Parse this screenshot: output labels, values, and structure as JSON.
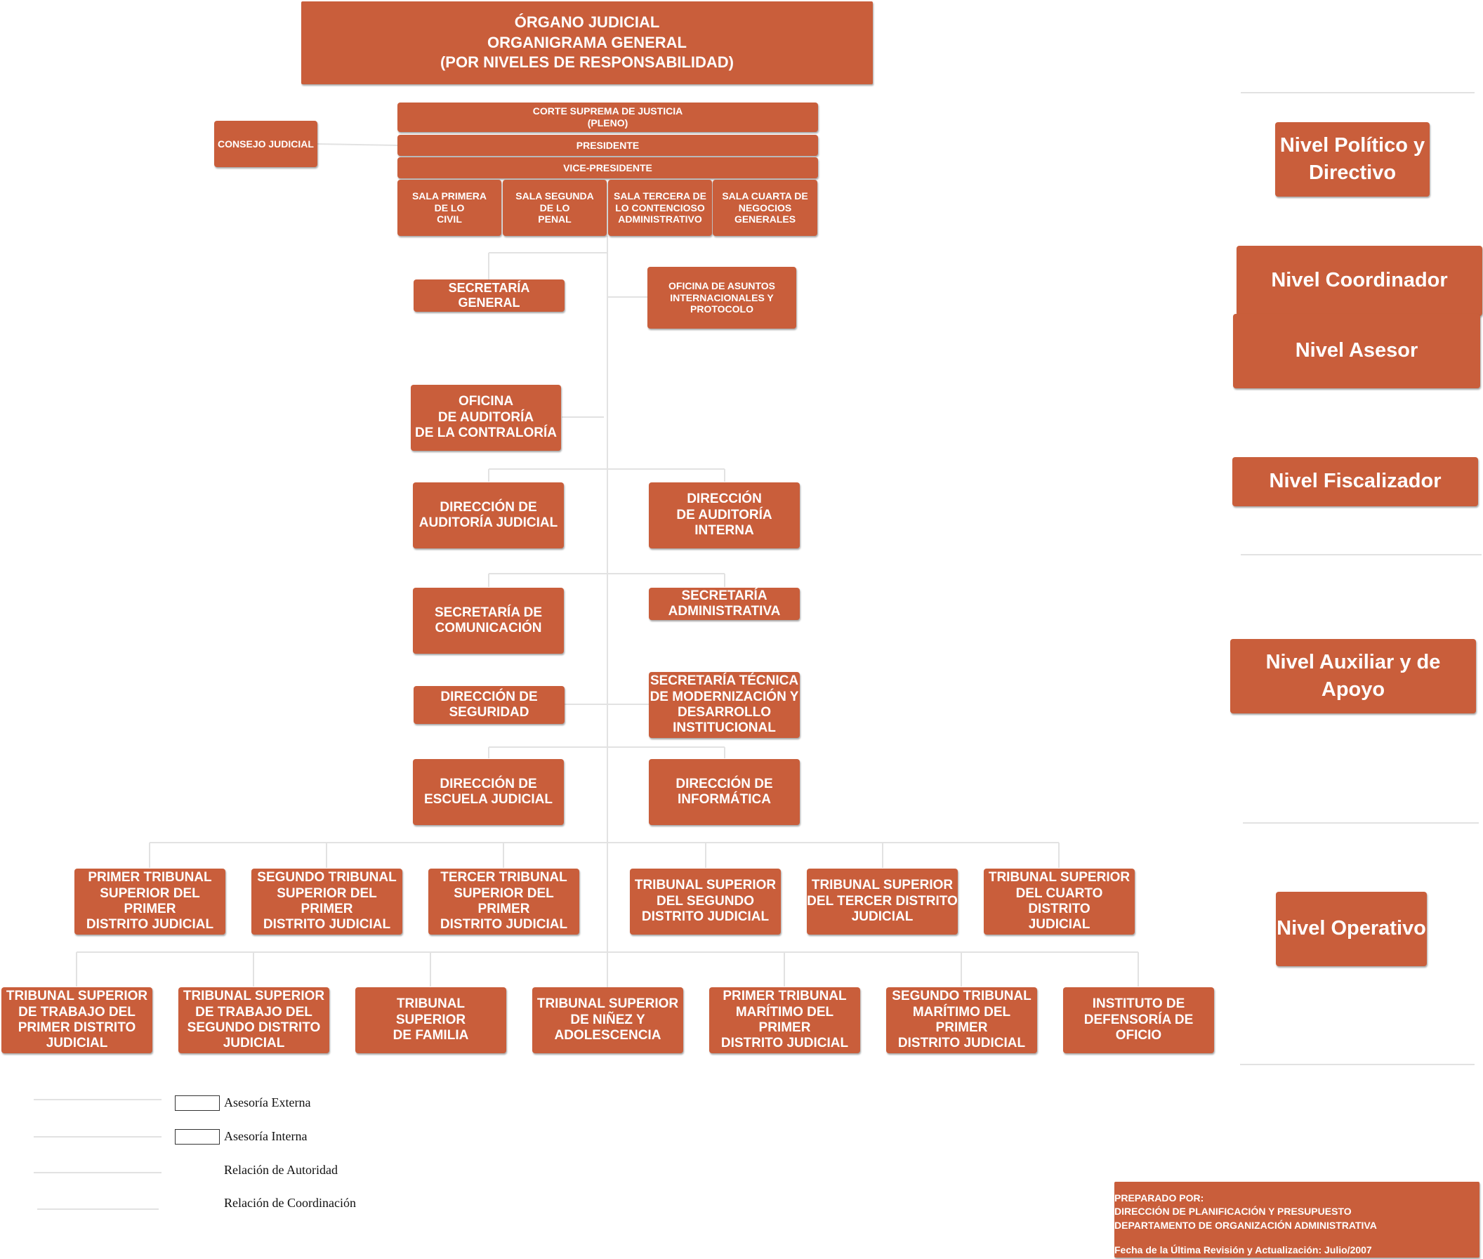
{
  "header": {
    "title": "ÓRGANO JUDICIAL\nORGANIGRAMA GENERAL\n(POR NIVELES DE RESPONSABILIDAD)"
  },
  "units": {
    "consejo": "CONSEJO JUDICIAL",
    "corte": "CORTE SUPREMA DE JUSTICIA\n(PLENO)",
    "presidente": "PRESIDENTE",
    "vicepresidente": "VICE-PRESIDENTE",
    "sala1": "SALA PRIMERA\nDE LO\nCIVIL",
    "sala2": "SALA SEGUNDA\nDE LO\nPENAL",
    "sala3": "SALA TERCERA DE\nLO CONTENCIOSO\nADMINISTRATIVO",
    "sala4": "SALA CUARTA DE\nNEGOCIOS\nGENERALES",
    "secretaria_general": "SECRETARÍA\nGENERAL",
    "oficina_internacionales": "OFICINA DE ASUNTOS\nINTERNACIONALES Y\nPROTOCOLO",
    "oficina_auditoria_contraloria": "OFICINA\nDE AUDITORÍA\nDE LA CONTRALORÍA",
    "direccion_auditoria_judicial": "DIRECCIÓN DE\nAUDITORÍA JUDICIAL",
    "direccion_auditoria_interna": "DIRECCIÓN\nDE AUDITORÍA\nINTERNA",
    "secretaria_comunicacion": "SECRETARÍA DE\nCOMUNICACIÓN",
    "secretaria_administrativa": "SECRETARÍA\nADMINISTRATIVA",
    "direccion_seguridad": "DIRECCIÓN DE\nSEGURIDAD",
    "secretaria_tecnica": "SECRETARÍA TÉCNICA\nDE MODERNIZACIÓN Y\nDESARROLLO\nINSTITUCIONAL",
    "direccion_escuela": "DIRECCIÓN DE\nESCUELA JUDICIAL",
    "direccion_informatica": "DIRECCIÓN DE\nINFORMÁTICA"
  },
  "tribunals_row1": [
    "PRIMER TRIBUNAL\nSUPERIOR DEL PRIMER\nDISTRITO JUDICIAL",
    "SEGUNDO TRIBUNAL\nSUPERIOR DEL PRIMER\nDISTRITO JUDICIAL",
    "TERCER TRIBUNAL\nSUPERIOR DEL PRIMER\nDISTRITO JUDICIAL",
    "TRIBUNAL SUPERIOR\nDEL SEGUNDO\nDISTRITO JUDICIAL",
    "TRIBUNAL SUPERIOR\nDEL TERCER  DISTRITO\nJUDICIAL",
    "TRIBUNAL SUPERIOR\nDEL CUARTO DISTRITO\nJUDICIAL"
  ],
  "tribunals_row2": [
    "TRIBUNAL SUPERIOR\nDE TRABAJO DEL\nPRIMER DISTRITO\nJUDICIAL",
    "TRIBUNAL SUPERIOR\nDE TRABAJO DEL\nSEGUNDO DISTRITO\nJUDICIAL",
    "TRIBUNAL\nSUPERIOR\nDE FAMILIA",
    "TRIBUNAL SUPERIOR\nDE NIÑEZ Y\nADOLESCENCIA",
    "PRIMER TRIBUNAL\nMARÍTIMO DEL PRIMER\nDISTRITO JUDICIAL",
    "SEGUNDO TRIBUNAL\nMARÍTIMO DEL PRIMER\nDISTRITO JUDICIAL",
    "INSTITUTO DE\nDEFENSORÍA DE OFICIO"
  ],
  "levels": {
    "politico": "Nivel Político y\nDirectivo",
    "coordinador": "Nivel Coordinador",
    "asesor": "Nivel Asesor",
    "fiscalizador": "Nivel Fiscalizador",
    "auxiliar": "Nivel Auxiliar y de\nApoyo",
    "operativo": "Nivel Operativo"
  },
  "legend": {
    "externa": "Asesoría Externa",
    "interna": "Asesoría Interna",
    "autoridad": "Relación de Autoridad",
    "coordinacion": "Relación de Coordinación"
  },
  "footer": {
    "prepared_by": "PREPARADO POR:",
    "direccion": "DIRECCIÓN DE PLANIFICACIÓN Y PRESUPUESTO",
    "departamento": "DEPARTAMENTO DE ORGANIZACIÓN ADMINISTRATIVA",
    "fecha": "Fecha de la Última Revisión y Actualización: Julio/2007"
  },
  "colors": {
    "box": "#c95e3b",
    "text": "#ffffff",
    "connector": "#e6e6e6"
  }
}
